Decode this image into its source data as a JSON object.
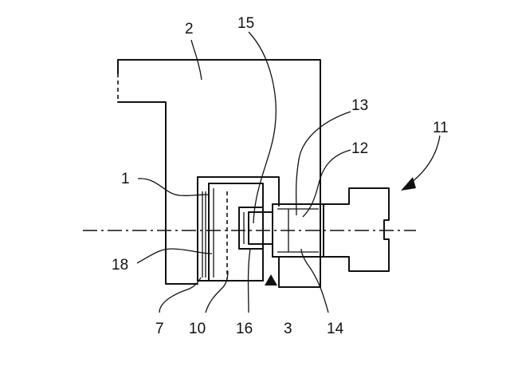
{
  "figure": {
    "labels": {
      "l1": "1",
      "l2": "2",
      "l3": "3",
      "l7": "7",
      "l10": "10",
      "l11": "11",
      "l12": "12",
      "l13": "13",
      "l14": "14",
      "l15": "15",
      "l16": "16",
      "l18": "18"
    },
    "colors": {
      "ink": "#111111",
      "background": "#ffffff"
    }
  }
}
